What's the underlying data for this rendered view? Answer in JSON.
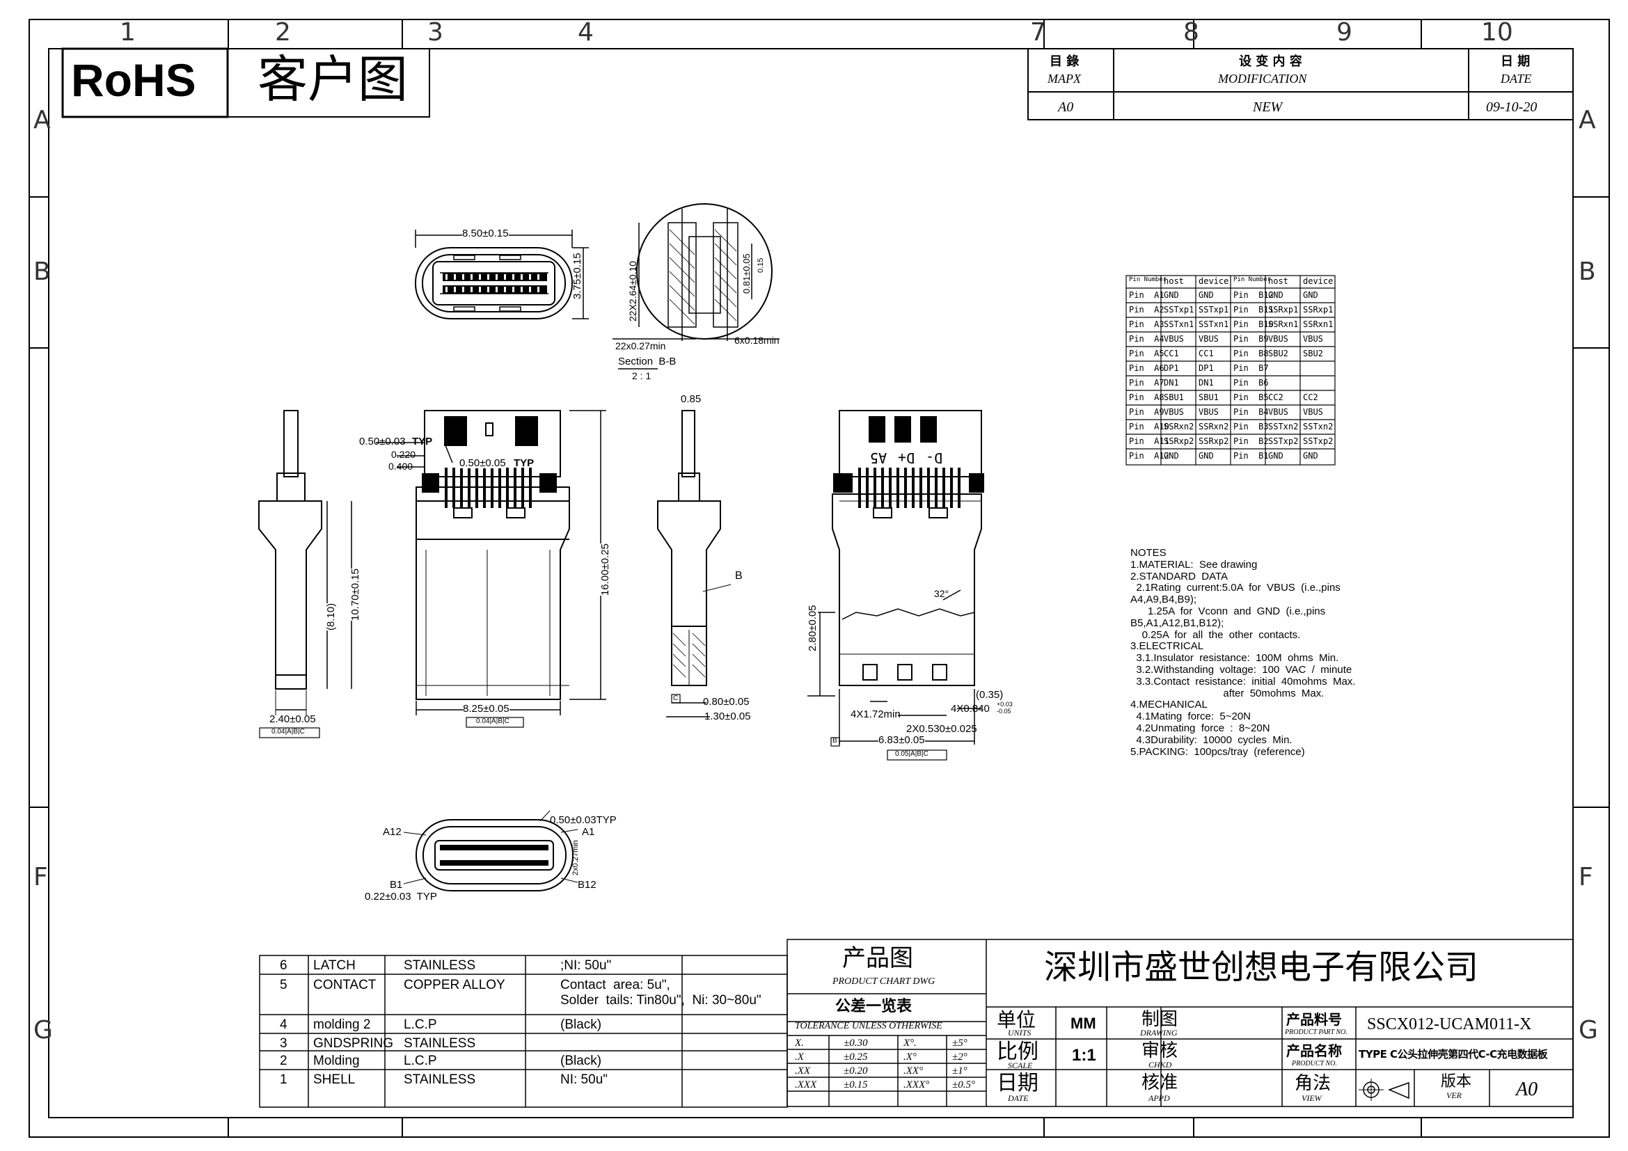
{
  "header": {
    "rohs": "RoHS",
    "customer_drawing": "客户图"
  },
  "grid": {
    "cols": [
      "1",
      "2",
      "3",
      "4",
      "7",
      "8",
      "9",
      "10"
    ],
    "rows": [
      "A",
      "B",
      "F",
      "G"
    ]
  },
  "revision": {
    "col1_cn": "目 錄",
    "col1_en": "MAPX",
    "col2_cn": "设 变 内 容",
    "col2_en": "MODIFICATION",
    "col3_cn": "日 期",
    "col3_en": "DATE",
    "row": {
      "rev": "A0",
      "desc": "NEW",
      "date": "09-10-20"
    }
  },
  "pin_table": {
    "headers": [
      "Pin Number",
      "host",
      "device",
      "Pin Number",
      "host",
      "device"
    ],
    "rows": [
      [
        "Pin  A1",
        "GND",
        "GND",
        "Pin  B12",
        "GND",
        "GND"
      ],
      [
        "Pin  A2",
        "SSTxp1",
        "SSTxp1",
        "Pin  B11",
        "SSRxp1",
        "SSRxp1"
      ],
      [
        "Pin  A3",
        "SSTxn1",
        "SSTxn1",
        "Pin  B10",
        "SSRxn1",
        "SSRxn1"
      ],
      [
        "Pin  A4",
        "VBUS",
        "VBUS",
        "Pin  B9",
        "VBUS",
        "VBUS"
      ],
      [
        "Pin  A5",
        "CC1",
        "CC1",
        "Pin  B8",
        "SBU2",
        "SBU2"
      ],
      [
        "Pin  A6",
        "DP1",
        "DP1",
        "Pin  B7",
        "",
        ""
      ],
      [
        "Pin  A7",
        "DN1",
        "DN1",
        "Pin  B6",
        "",
        ""
      ],
      [
        "Pin  A8",
        "SBU1",
        "SBU1",
        "Pin  B5",
        "CC2",
        "CC2"
      ],
      [
        "Pin  A9",
        "VBUS",
        "VBUS",
        "Pin  B4",
        "VBUS",
        "VBUS"
      ],
      [
        "Pin  A10",
        "SSRxn2",
        "SSRxn2",
        "Pin  B3",
        "SSTxn2",
        "SSTxn2"
      ],
      [
        "Pin  A11",
        "SSRxp2",
        "SSRxp2",
        "Pin  B2",
        "SSTxp2",
        "SSTxp2"
      ],
      [
        "Pin  A12",
        "GND",
        "GND",
        "Pin  B1",
        "GND",
        "GND"
      ]
    ]
  },
  "notes": [
    "NOTES",
    "1.MATERIAL:  See drawing",
    "2.STANDARD  DATA",
    "  2.1Rating  current:5.0A  for  VBUS  (i.e.,pins",
    "A4,A9,B4,B9);",
    "      1.25A  for  Vconn  and  GND  (i.e.,pins",
    "B5,A1,A12,B1,B12);",
    "    0.25A  for  all  the  other  contacts.",
    "3.ELECTRICAL",
    "  3.1.Insulator  resistance:  100M  ohms  Min.",
    "  3.2.Withstanding  voltage:  100  VAC  /  minute",
    "  3.3.Contact  resistance:  initial  40mohms  Max.",
    "                                after  50mohms  Max.",
    "4.MECHANICAL",
    "  4.1Mating  force:  5~20N",
    "  4.2Unmating  force  :  8~20N",
    "  4.3Durability:  10000  cycles  Min.",
    "5.PACKING:  100pcs/tray  (reference)"
  ],
  "dimensions": {
    "top_width": "8.50±0.15",
    "top_height": "3.75±0.15",
    "section_pitch": "22X2.64±0.10",
    "section_a": "22x0.27min",
    "section_b": "6x0.18min",
    "section_c": "0.81±0.05",
    "section_d": "0.15",
    "section_label": "Section  B-B",
    "section_scale": "2 : 1",
    "left_len": "(8.10)",
    "left_len2": "10.70±0.15",
    "left_width": "2.40±0.05",
    "left_tol": "0.04|A|B|C",
    "front_a": "0.50±0.03",
    "front_typ": "TYP",
    "front_b": "0.220",
    "front_c": "0.400",
    "front_d": "0.50±0.05",
    "front_typ2": "TYP",
    "front_h": "16.00±0.25",
    "front_w": "8.25±0.05",
    "front_tol": "0.04|A|B|C",
    "side_top": "0.85",
    "side_b": "B",
    "side_w1": "0.80±0.05",
    "side_w2": "1.30±0.05",
    "side_c": "C",
    "back_h": "2.80±0.05",
    "back_angle": "32°",
    "back_r": "(0.35)",
    "back_a": "4X1.72min",
    "back_b": "4X0.840",
    "back_b_tol_p": "+0.03",
    "back_b_tol_m": "-0.05",
    "back_c": "2X0.530±0.025",
    "back_w": "6.83±0.05",
    "back_tol": "0.05|A|B|C",
    "back_datum": "B",
    "back_pins": [
      "A5",
      "D+",
      "D-"
    ],
    "plug_top": "0.50±0.03TYP",
    "plug_a12": "A12",
    "plug_a1": "A1",
    "plug_b1": "B1",
    "plug_b12": "B12",
    "plug_pitch": "2x0.27min",
    "plug_bottom": "0.22±0.03  TYP"
  },
  "bom": [
    {
      "no": "6",
      "name": "LATCH",
      "material": "STAINLESS",
      "finish": ";NI: 50u\""
    },
    {
      "no": "5",
      "name": "CONTACT",
      "material": "COPPER ALLOY",
      "finish": "Contact  area: 5u\",\nSolder  tails: Tin80u\",  Ni: 30~80u\""
    },
    {
      "no": "4",
      "name": "molding 2",
      "material": "L.C.P",
      "finish": "(Black)"
    },
    {
      "no": "3",
      "name": "GNDSPRING",
      "material": "STAINLESS",
      "finish": ""
    },
    {
      "no": "2",
      "name": "Molding",
      "material": "L.C.P",
      "finish": "(Black)"
    },
    {
      "no": "1",
      "name": "SHELL",
      "material": "STAINLESS",
      "finish": "NI: 50u\""
    }
  ],
  "title_block": {
    "product_cn": "产品图",
    "product_en": "PRODUCT CHART DWG",
    "tol_cn": "公差一览表",
    "tol_en": "TOLERANCE UNLESS OTHERWISE",
    "tolerances": [
      [
        "X.",
        "±0.30",
        "X°.",
        "±5°"
      ],
      [
        ".X",
        "±0.25",
        ".X°",
        "±2°"
      ],
      [
        ".XX",
        "±0.20",
        ".XX°",
        "±1°"
      ],
      [
        ".XXX",
        "±0.15",
        ".XXX°",
        "±0.5°"
      ]
    ],
    "company": "深圳市盛世创想电子有限公司",
    "units_cn": "单位",
    "units_en": "UNITS",
    "units_val": "MM",
    "scale_cn": "比例",
    "scale_en": "SCALE",
    "scale_val": "1:1",
    "date_cn": "日期",
    "date_en": "DATE",
    "drawn_cn": "制图",
    "drawn_en": "DRAWING",
    "check_cn": "审核",
    "check_en": "CHKD",
    "appr_cn": "核准",
    "appr_en": "APPD",
    "part_no_cn": "产品料号",
    "part_no_en": "PRODUCT PART NO.",
    "part_no": "SSCX012-UCAM011-X",
    "part_name_cn": "产品名称",
    "part_name_en": "PRODUCT NO.",
    "part_name": "TYPE C公头拉伸壳第四代C-C充电数据板",
    "view_cn": "角法",
    "view_en": "VIEW",
    "ver_cn": "版本",
    "ver_en": "VER",
    "ver": "A0"
  }
}
